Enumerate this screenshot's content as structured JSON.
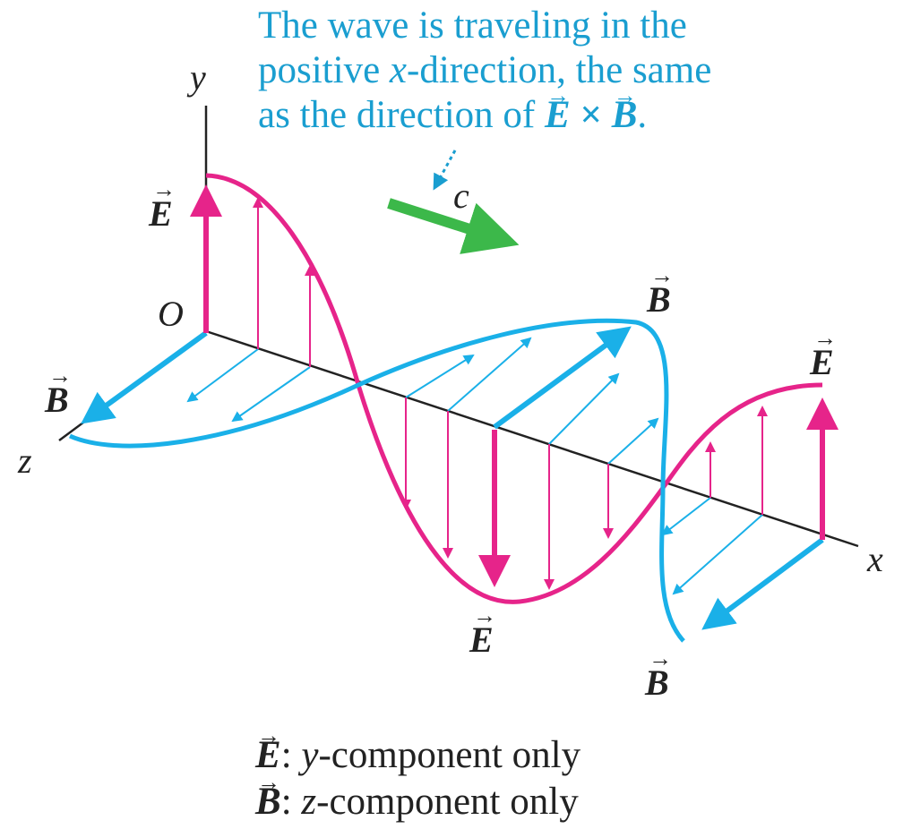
{
  "caption": {
    "line1": "The wave is traveling in the",
    "line2_pre": "positive ",
    "line2_var": "x",
    "line2_post": "-direction, the same",
    "line3_pre": "as the direction of ",
    "line3_e": "E",
    "line3_times": " × ",
    "line3_b": "B",
    "line3_post": "."
  },
  "axes": {
    "x": "x",
    "y": "y",
    "z": "z",
    "origin": "O"
  },
  "labels": {
    "c": "c",
    "E": "E",
    "B": "B"
  },
  "legend": {
    "line1_vec": "E",
    "line1_pre": ": ",
    "line1_var": "y",
    "line1_post": "-component only",
    "line2_vec": "B",
    "line2_pre": ": ",
    "line2_var": "z",
    "line2_post": "-component only"
  },
  "colors": {
    "electric": "#e6248a",
    "magnetic": "#1ab0e8",
    "velocity": "#3cb84a",
    "caption": "#1a9ed0",
    "axis": "#222222"
  }
}
